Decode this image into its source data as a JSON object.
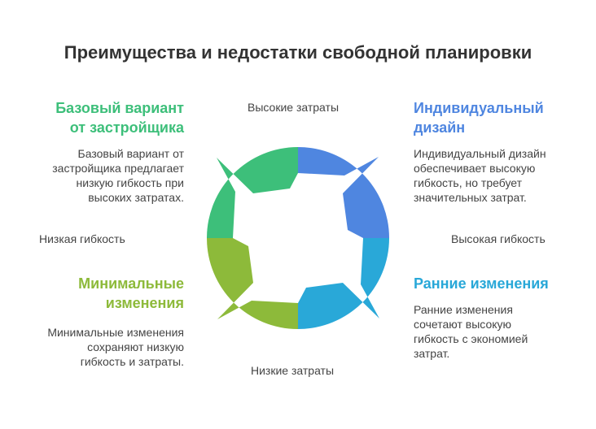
{
  "title": "Преимущества и недостатки свободной планировки",
  "axes": {
    "top": "Высокие затраты",
    "bottom": "Низкие затраты",
    "left": "Низкая гибкость",
    "right": "Высокая гибкость"
  },
  "quadrants": {
    "top_left": {
      "title_line1": "Базовый вариант",
      "title_line2": "от застройщика",
      "desc_line1": "Базовый вариант от",
      "desc_line2": "застройщика предлагает",
      "desc_line3": "низкую гибкость при",
      "desc_line4": "высоких затратах.",
      "color": "#3dbf7a"
    },
    "top_right": {
      "title_line1": "Индивидуальный",
      "title_line2": "дизайн",
      "desc_line1": "Индивидуальный дизайн",
      "desc_line2": "обеспечивает высокую",
      "desc_line3": "гибкость, но требует",
      "desc_line4": "значительных затрат.",
      "color": "#4f86e0"
    },
    "bottom_left": {
      "title_line1": "Минимальные",
      "title_line2": "изменения",
      "desc_line1": "Минимальные изменения",
      "desc_line2": "сохраняют низкую",
      "desc_line3": "гибкость и затраты.",
      "color": "#8dba3a"
    },
    "bottom_right": {
      "title_line1": "Ранние изменения",
      "desc_line1": "Ранние изменения",
      "desc_line2": "сочетают высокую",
      "desc_line3": "гибкость с экономией",
      "desc_line4": "затрат.",
      "color": "#29a8d8"
    }
  }
}
